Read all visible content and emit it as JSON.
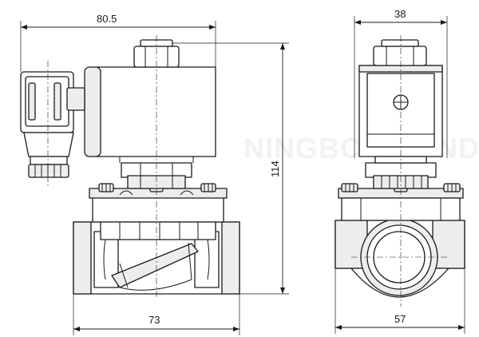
{
  "dimensions": {
    "total_width": "80.5",
    "body_length": "73",
    "height": "114",
    "coil_width": "38",
    "side_width": "57"
  },
  "watermark": "NINGBO BRANDO",
  "colors": {
    "line": "#1a1a1a",
    "shade": "#ededed",
    "watermark": "#f2f2f2"
  }
}
